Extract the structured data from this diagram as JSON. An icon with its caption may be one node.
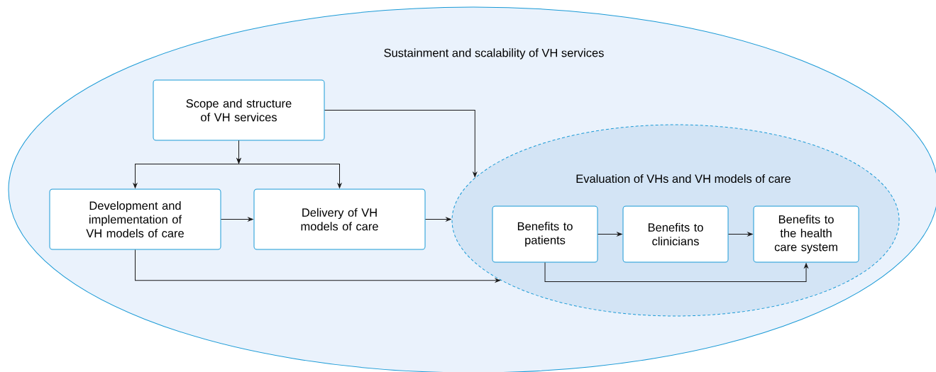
{
  "diagram": {
    "nodes": [
      {
        "text": [
          "Sustainment and scalability of VH services"
        ]
      },
      {
        "text": [
          "Scope and structure of VH services"
        ],
        "in": 0
      },
      {
        "text": [
          "Development and implementation of VH models of care"
        ],
        "in": 0
      },
      {
        "text": [
          "Delivery of VH models of care"
        ],
        "in": 0
      },
      {
        "text": [
          "Evaluation of VHs and VH models of care"
        ],
        "in": 0
      },
      {
        "text": [
          "Benefits to patients"
        ],
        "in": 4
      },
      {
        "text": [
          "Benefits to clinicians"
        ],
        "in": 4
      },
      {
        "text": [
          "Benefits to the health care system"
        ],
        "in": 4
      }
    ],
    "edges": [
      {
        "from": 1,
        "to": 2,
        "arrow": "to"
      },
      {
        "from": 1,
        "to": 3,
        "arrow": "to"
      },
      {
        "from": 1,
        "to": 4,
        "arrow": "to"
      },
      {
        "from": 2,
        "to": 3,
        "arrow": "to"
      },
      {
        "from": 3,
        "to": 4,
        "arrow": "to"
      },
      {
        "from": 2,
        "to": 4,
        "arrow": "to"
      },
      {
        "from": 5,
        "to": 6,
        "arrow": "to"
      },
      {
        "from": 6,
        "to": 7,
        "arrow": "to"
      },
      {
        "from": 5,
        "to": 7,
        "arrow": "to"
      }
    ]
  }
}
